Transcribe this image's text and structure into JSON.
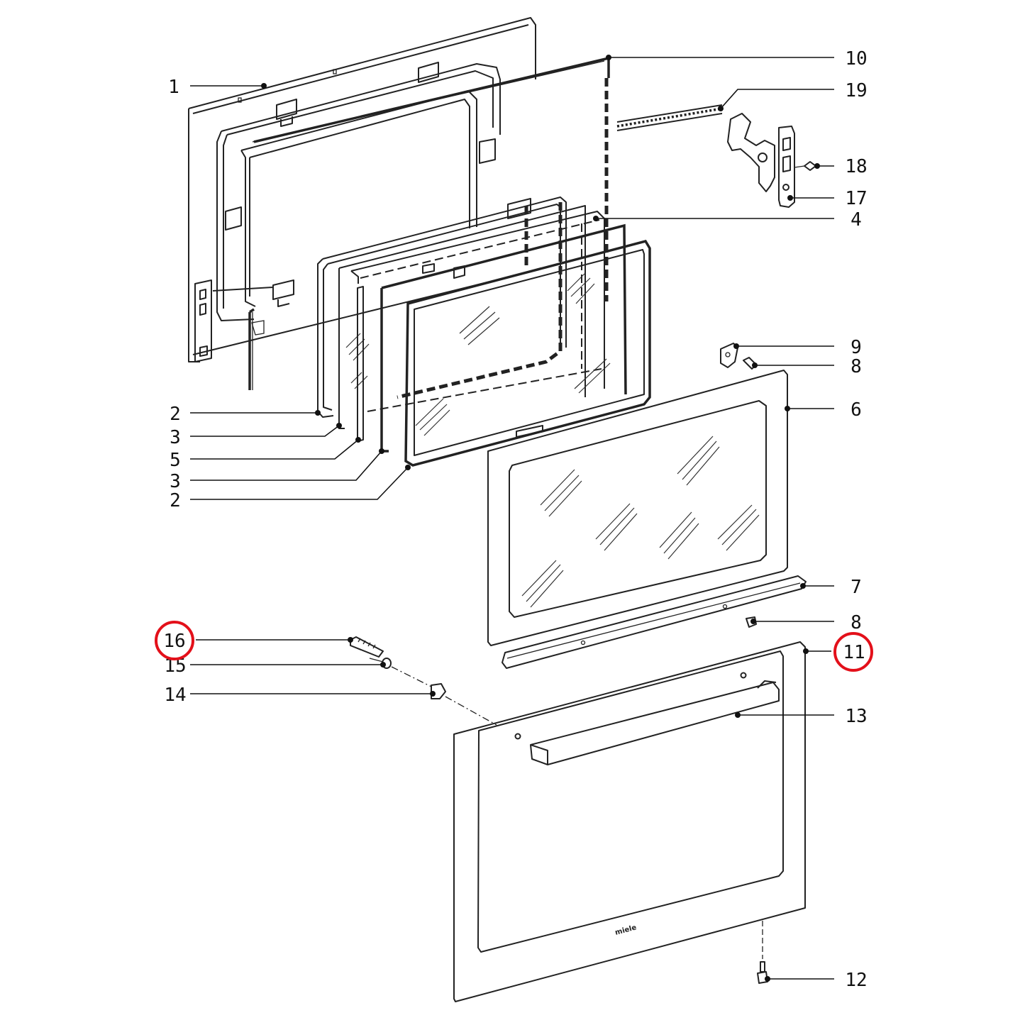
{
  "parts": [
    {
      "id": "p1",
      "label": "1"
    },
    {
      "id": "p10",
      "label": "10"
    },
    {
      "id": "p19",
      "label": "19"
    },
    {
      "id": "p18",
      "label": "18"
    },
    {
      "id": "p17",
      "label": "17"
    },
    {
      "id": "p4",
      "label": "4"
    },
    {
      "id": "p9",
      "label": "9"
    },
    {
      "id": "p8a",
      "label": "8"
    },
    {
      "id": "p6",
      "label": "6"
    },
    {
      "id": "p2a",
      "label": "2"
    },
    {
      "id": "p3a",
      "label": "3"
    },
    {
      "id": "p5",
      "label": "5"
    },
    {
      "id": "p3b",
      "label": "3"
    },
    {
      "id": "p2b",
      "label": "2"
    },
    {
      "id": "p7",
      "label": "7"
    },
    {
      "id": "p8b",
      "label": "8"
    },
    {
      "id": "p16",
      "label": "16"
    },
    {
      "id": "p11",
      "label": "11"
    },
    {
      "id": "p15",
      "label": "15"
    },
    {
      "id": "p14",
      "label": "14"
    },
    {
      "id": "p13",
      "label": "13"
    },
    {
      "id": "p12",
      "label": "12"
    }
  ],
  "highlighted": [
    "16",
    "11"
  ],
  "highlight_color": "#e3101a",
  "brand_mark": "miele"
}
